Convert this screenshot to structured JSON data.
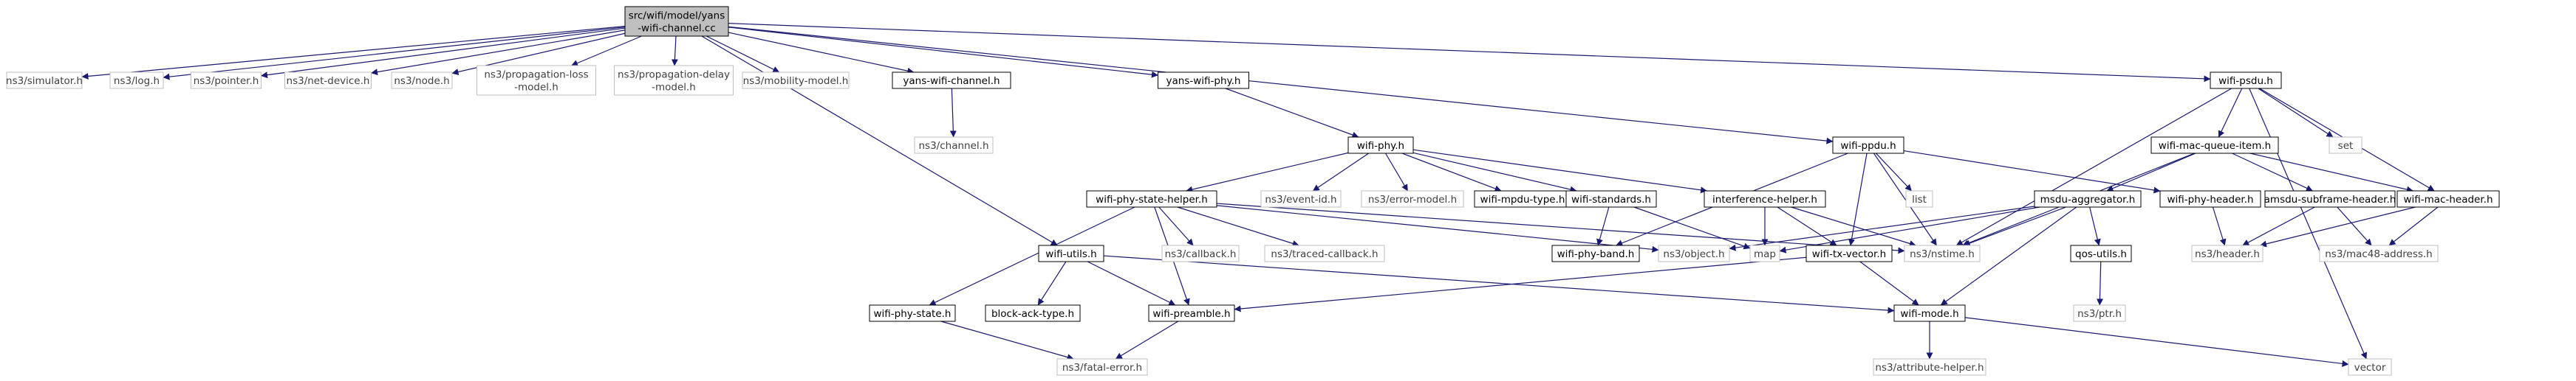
{
  "colors": {
    "edge": "#191970",
    "root_fill": "#bfbfbf",
    "box_border": "#000000",
    "external_border": "#bfbfbf",
    "external_text": "#404040",
    "text": "#000000",
    "background": "#ffffff"
  },
  "nodes": {
    "root": [
      "src/wifi/model/yans",
      "-wifi-channel.cc"
    ],
    "simulator": "ns3/simulator.h",
    "log": "ns3/log.h",
    "pointer": "ns3/pointer.h",
    "netdevice": "ns3/net-device.h",
    "node": "ns3/node.h",
    "proploss": [
      "ns3/propagation-loss",
      "-model.h"
    ],
    "propdelay": [
      "ns3/propagation-delay",
      "-model.h"
    ],
    "mobility": "ns3/mobility-model.h",
    "yanschannel": "yans-wifi-channel.h",
    "channel": "ns3/channel.h",
    "yansphy": "yans-wifi-phy.h",
    "wifipsdu": "wifi-psdu.h",
    "set": "set",
    "wifiphy": "wifi-phy.h",
    "wifippdu": "wifi-ppdu.h",
    "macqueue": "wifi-mac-queue-item.h",
    "statehelper": "wifi-phy-state-helper.h",
    "eventid": "ns3/event-id.h",
    "errormodel": "ns3/error-model.h",
    "mpdutype": "wifi-mpdu-type.h",
    "standards": "wifi-standards.h",
    "interference": "interference-helper.h",
    "list": "list",
    "msdu": "msdu-aggregator.h",
    "phyheader": "wifi-phy-header.h",
    "amsdu": "amsdu-subframe-header.h",
    "macheader": "wifi-mac-header.h",
    "utils": "wifi-utils.h",
    "callback": "ns3/callback.h",
    "tracedcb": "ns3/traced-callback.h",
    "phyband": "wifi-phy-band.h",
    "object": "ns3/object.h",
    "map": "map",
    "txvector": "wifi-tx-vector.h",
    "nstime": "ns3/nstime.h",
    "qosutils": "qos-utils.h",
    "header": "ns3/header.h",
    "mac48": "ns3/mac48-address.h",
    "phystate": "wifi-phy-state.h",
    "blockack": "block-ack-type.h",
    "preamble": "wifi-preamble.h",
    "ptr": "ns3/ptr.h",
    "mode": "wifi-mode.h",
    "fatal": "ns3/fatal-error.h",
    "attrhelper": "ns3/attribute-helper.h",
    "vector": "vector"
  }
}
